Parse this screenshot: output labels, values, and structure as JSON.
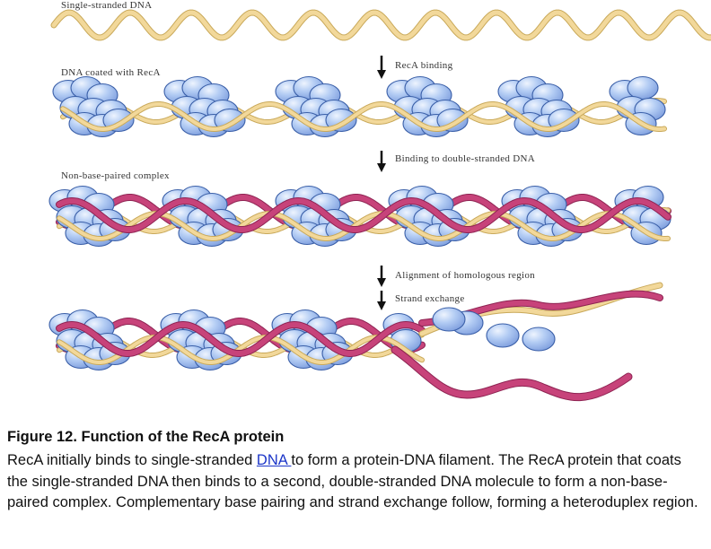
{
  "figure": {
    "stage_labels": [
      "Single-stranded DNA",
      "DNA coated with RecA",
      "Non-base-paired complex"
    ],
    "step_labels": [
      "RecA binding",
      "Binding to double-stranded DNA",
      "Alignment of homologous region",
      "Strand exchange"
    ]
  },
  "caption": {
    "title": "Figure 12. Function of the RecA protein",
    "body_before": "RecA initially binds to single-stranded ",
    "link": "DNA ",
    "body_after": "to form a protein-DNA filament. The RecA protein that coats the single-stranded DNA then binds to a second, double-stranded DNA molecule to form a non-base-paired complex. Complementary base pairing and strand exchange follow, forming a heteroduplex region."
  },
  "colors": {
    "ssdna": "#f2d89a",
    "ssdna_outline": "#c9a95a",
    "dsdna": "#c7437a",
    "dsdna_outline": "#8e2352",
    "protein": "#9fbff0",
    "protein_light": "#dbe8fb",
    "protein_outline": "#3a5fa8",
    "link": "#1b35c8"
  }
}
